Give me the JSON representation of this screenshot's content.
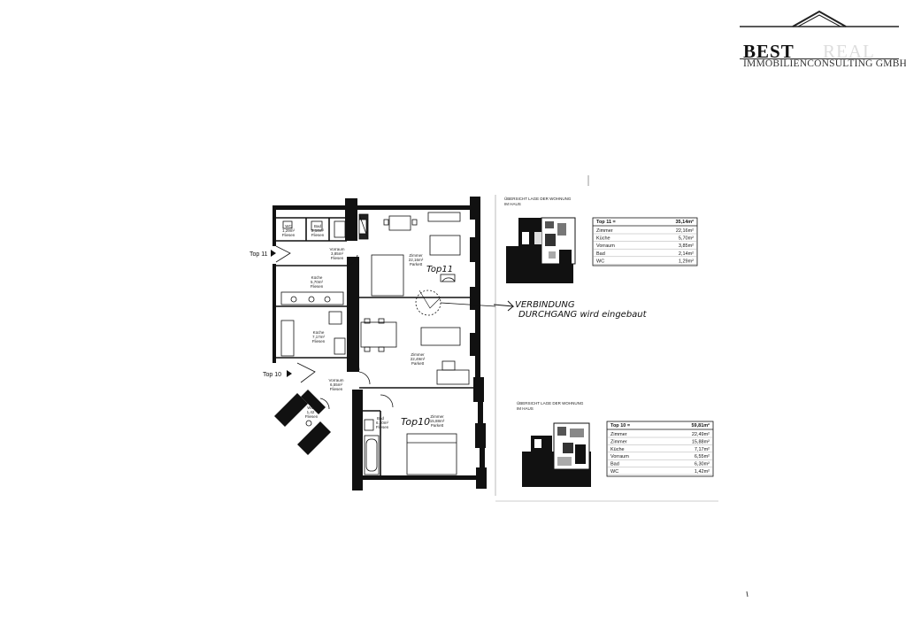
{
  "logo": {
    "brand_left": "BEST",
    "brand_right": "REAL",
    "subtitle": "IMMOBILIENCONSULTING GMBH"
  },
  "plan": {
    "unit_labels": {
      "top11": "Top 11",
      "top10": "Top 10"
    },
    "hand_labels": {
      "top11": "Top11",
      "top10": "Top10"
    },
    "annotation": {
      "line1": "VERBINDUNG",
      "line2": "DURCHGANG wird eingebaut"
    },
    "rooms": {
      "wc11": {
        "name": "WC",
        "area": "1,29m²",
        "floor": "Fliesen"
      },
      "bad11": {
        "name": "Bad",
        "area": "2,14m²",
        "floor": "Fliesen"
      },
      "vorraum11": {
        "name": "Vorraum",
        "area": "3,85m²",
        "floor": "Fliesen"
      },
      "kueche11": {
        "name": "Küche",
        "area": "5,70m²",
        "floor": "Fliesen"
      },
      "zimmer11": {
        "name": "Zimmer",
        "area": "22,16m²",
        "floor": "Parkett"
      },
      "kueche10": {
        "name": "Küche",
        "area": "7,17m²",
        "floor": "Fliesen"
      },
      "zimmer10a": {
        "name": "Zimmer",
        "area": "22,49m²",
        "floor": "Parkett"
      },
      "vorraum10": {
        "name": "Vorraum",
        "area": "6,55m²",
        "floor": "Fliesen"
      },
      "wc10": {
        "name": "WC",
        "area": "1,42",
        "floor": "Fliesen"
      },
      "bad10": {
        "name": "Bad",
        "area": "6,30m²",
        "floor": "Fliesen"
      },
      "zimmer10b": {
        "name": "Zimmer",
        "area": "15,88m²",
        "floor": "Parkett"
      }
    }
  },
  "overview11": {
    "title_line1": "ÜBERSICHT LAGE DER WOHNUNG",
    "title_line2": "IM HAUS",
    "table": {
      "header": {
        "label": "Top 11 =",
        "value": "35,14m²"
      },
      "rows": [
        {
          "label": "Zimmer",
          "value": "22,16m²"
        },
        {
          "label": "Küche",
          "value": "5,70m²"
        },
        {
          "label": "Vorraum",
          "value": "3,85m²"
        },
        {
          "label": "Bad",
          "value": "2,14m²"
        },
        {
          "label": "WC",
          "value": "1,29m²"
        }
      ]
    }
  },
  "overview10": {
    "title_line1": "ÜBERSICHT LAGE DER WOHNUNG",
    "title_line2": "IM HAUS",
    "table": {
      "header": {
        "label": "Top 10 =",
        "value": "59,81m²"
      },
      "rows": [
        {
          "label": "Zimmer",
          "value": "22,49m²"
        },
        {
          "label": "Zimmer",
          "value": "15,88m²"
        },
        {
          "label": "Küche",
          "value": "7,17m²"
        },
        {
          "label": "Vorraum",
          "value": "6,55m²"
        },
        {
          "label": "Bad",
          "value": "6,30m²"
        },
        {
          "label": "WC",
          "value": "1,42m²"
        }
      ]
    }
  }
}
